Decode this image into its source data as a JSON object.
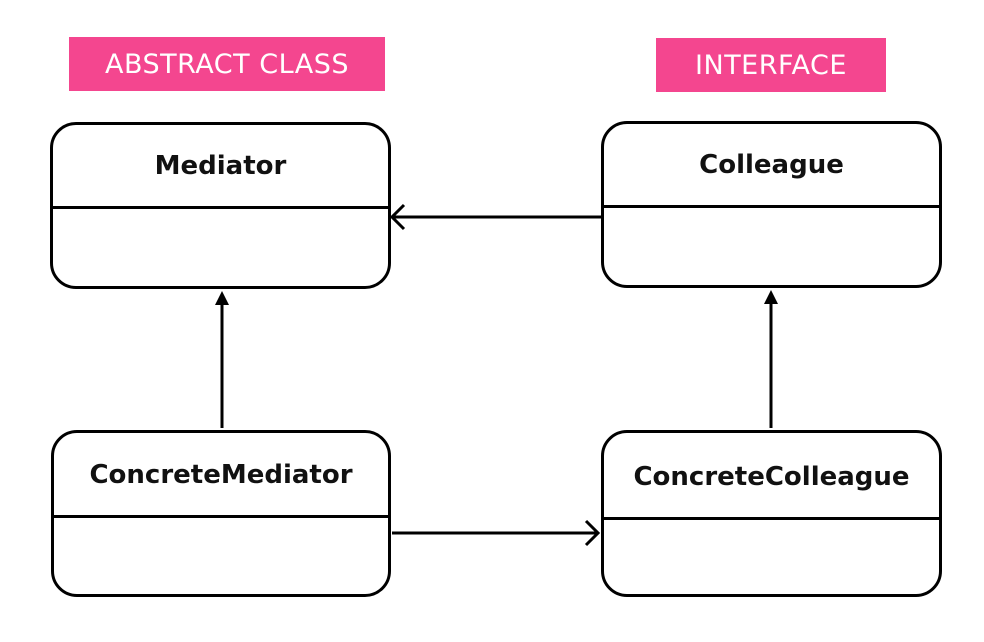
{
  "labels": {
    "abstract_class": "ABSTRACT CLASS",
    "interface": "INTERFACE"
  },
  "classes": {
    "mediator": "Mediator",
    "colleague": "Colleague",
    "concrete_mediator": "ConcreteMediator",
    "concrete_colleague": "ConcreteColleague"
  },
  "colors": {
    "tag_background": "#f4468f",
    "tag_text": "#ffffff",
    "stroke": "#000000"
  }
}
